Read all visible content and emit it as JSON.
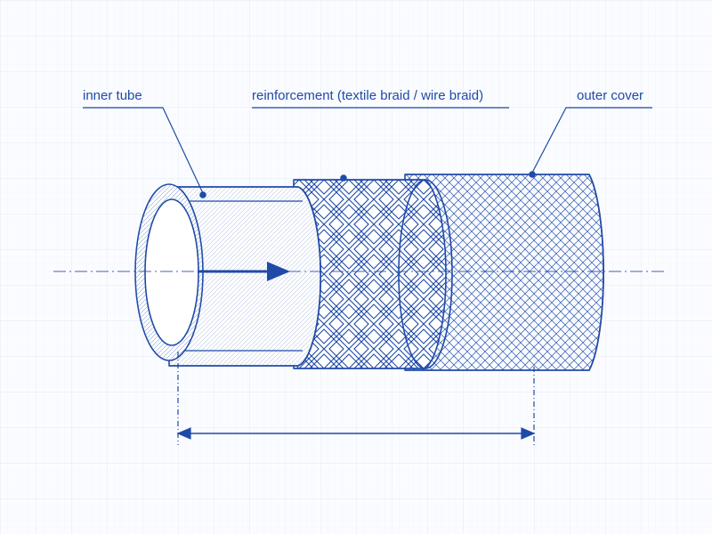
{
  "diagram": {
    "labels": {
      "inner_tube": "inner tube",
      "reinforcement": "reinforcement (textile braid / wire braid)",
      "outer_cover": "outer cover"
    },
    "colors": {
      "ink": "#1f4aa8",
      "ink_light": "#9bb3e0",
      "grid": "#e6ecf8",
      "background": "#fbfcff"
    },
    "icons": [
      "flow-arrow-icon",
      "dimension-arrow-icon"
    ]
  }
}
